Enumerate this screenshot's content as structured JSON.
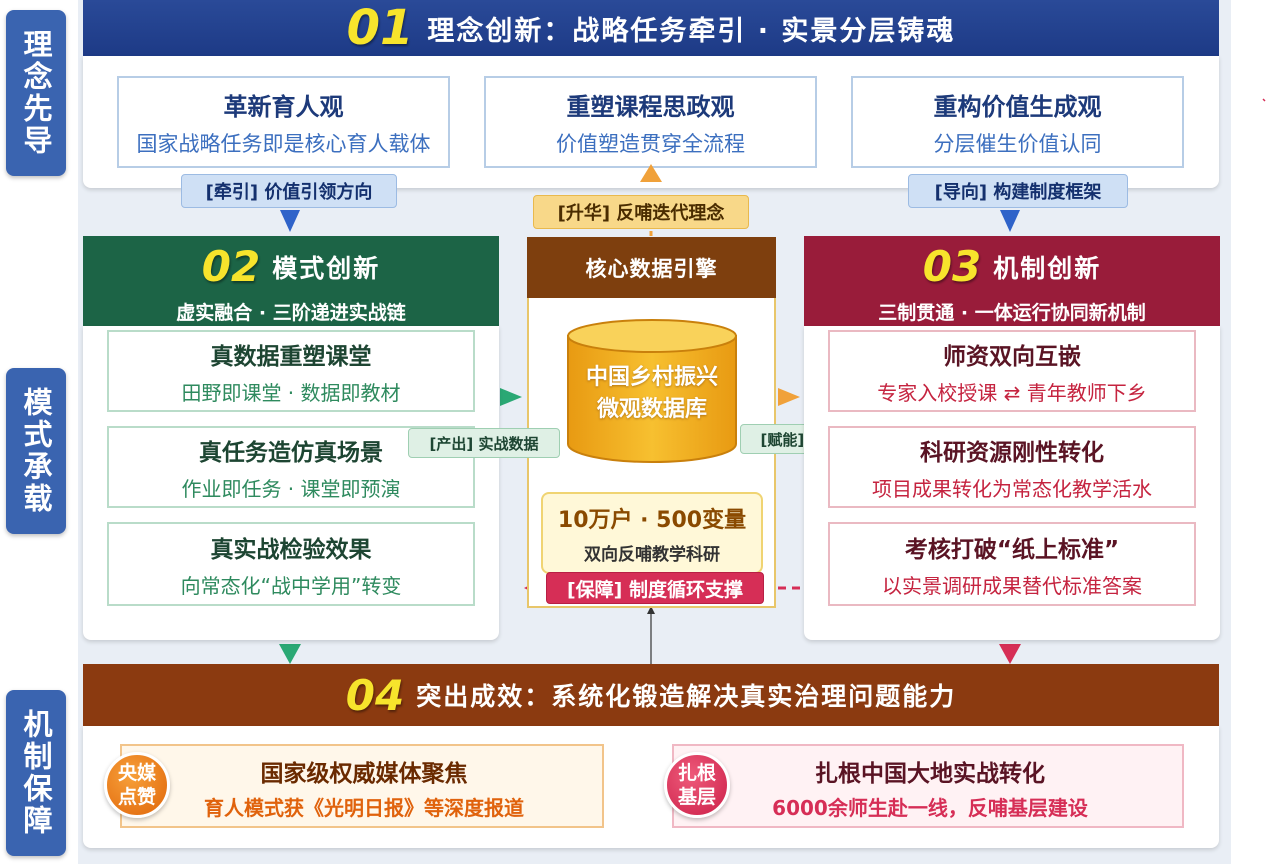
{
  "side_labels": [
    "理念先导",
    "模式承载",
    "机制保障"
  ],
  "section1": {
    "num": "01",
    "title": "理念创新：战略任务牵引 · 实景分层铸魂",
    "cards": [
      {
        "title": "革新育人观",
        "sub": "国家战略任务即是核心育人载体"
      },
      {
        "title": "重塑课程思政观",
        "sub": "价值塑造贯穿全流程"
      },
      {
        "title": "重构价值生成观",
        "sub": "分层催生价值认同"
      }
    ]
  },
  "tags": {
    "guide": "[牵引] 价值引领方向",
    "elevate": "[升华] 反哺迭代理念",
    "orient": "[导向] 构建制度框架",
    "output": "[产出] 实战数据",
    "empower": "[赋能] 支撑科研",
    "support": "[保障] 制度循环支撑"
  },
  "section2": {
    "num": "02",
    "title": "模式创新",
    "subtitle": "虚实融合 · 三阶递进实战链",
    "cards": [
      {
        "title": "真数据重塑课堂",
        "sub": "田野即课堂 · 数据即教材"
      },
      {
        "title": "真任务造仿真场景",
        "sub": "作业即任务 · 课堂即预演"
      },
      {
        "title": "真实战检验效果",
        "sub": "向常态化“战中学用”转变"
      }
    ]
  },
  "core": {
    "header": "核心数据引擎",
    "db_line1": "中国乡村振兴",
    "db_line2": "微观数据库",
    "stat": "10万户 · 500变量",
    "stat_sub": "双向反哺教学科研"
  },
  "section3": {
    "num": "03",
    "title": "机制创新",
    "subtitle": "三制贯通 · 一体运行协同新机制",
    "cards": [
      {
        "title": "师资双向互嵌",
        "sub": "专家入校授课 ⇄ 青年教师下乡"
      },
      {
        "title": "科研资源刚性转化",
        "sub": "项目成果转化为常态化教学活水"
      },
      {
        "title": "考核打破“纸上标准”",
        "sub": "以实景调研成果替代标准答案"
      }
    ]
  },
  "section4": {
    "num": "04",
    "title": "突出成效：系统化锻造解决真实治理问题能力",
    "items": [
      {
        "badge": "央媒点赞",
        "title": "国家级权威媒体聚焦",
        "sub": "育人模式获《光明日报》等深度报道"
      },
      {
        "badge": "扎根基层",
        "title": "扎根中国大地实战转化",
        "sub": "6000余师生赴一线，反哺基层建设"
      }
    ]
  },
  "colors": {
    "blue_header": "#1d3a86",
    "green_header": "#1c6446",
    "red_header": "#991c3a",
    "brown_header": "#8b3a10",
    "core_header": "#7e3f0e",
    "number_yellow": "#f7e42c"
  }
}
